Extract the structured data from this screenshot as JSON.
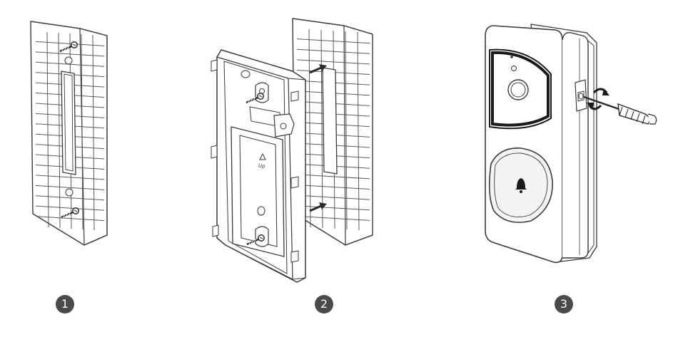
{
  "steps": [
    {
      "number": "1"
    },
    {
      "number": "2"
    },
    {
      "number": "3"
    }
  ],
  "plate_label": "Up",
  "colors": {
    "line": "#3a3a3a",
    "grid": "#5a5a5a",
    "badge_bg": "#4a4a4a",
    "badge_text": "#ffffff",
    "ring": "#1a1a1a",
    "button_face": "#f4f4f4"
  },
  "icons": [
    "screw-icon",
    "arrow-icon",
    "rotate-arrows-icon",
    "bell-icon",
    "screwdriver-icon"
  ]
}
